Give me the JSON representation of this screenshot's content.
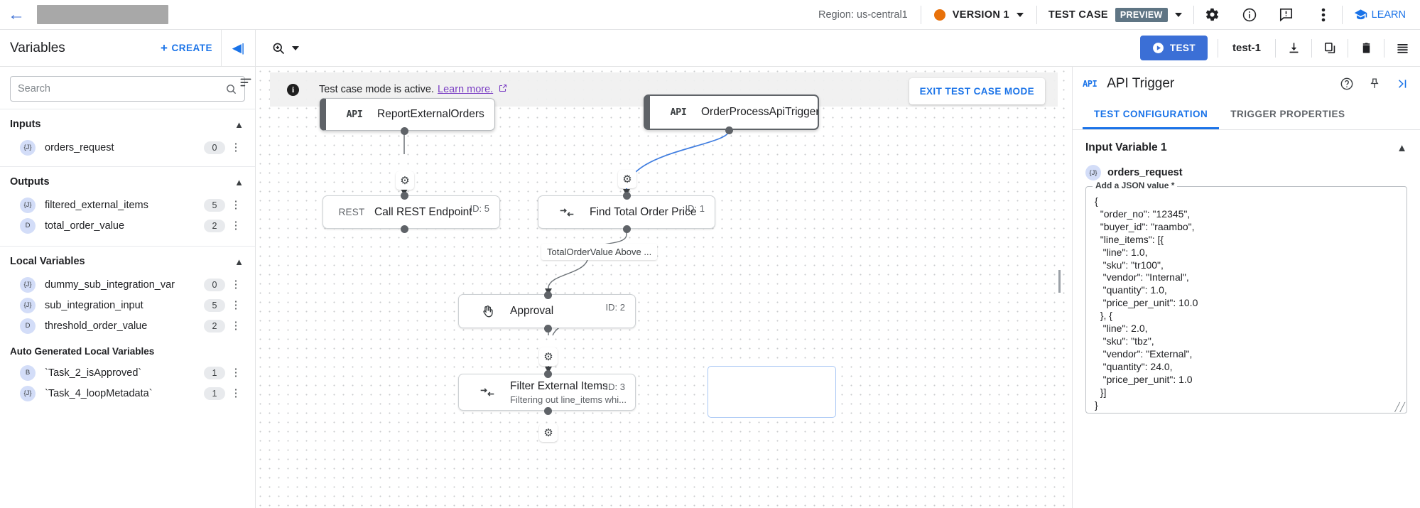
{
  "topbar": {
    "back_icon": "arrow-left-icon",
    "region": "Region: us-central1",
    "version_label": "VERSION 1",
    "version_dot_color": "#e8710a",
    "testcase_label": "TEST CASE",
    "preview_badge": "PREVIEW",
    "icons": [
      "gear-icon",
      "info-icon",
      "feedback-icon",
      "more-vert-icon"
    ],
    "learn_label": "LEARN"
  },
  "secondbar": {
    "variables_title": "Variables",
    "create_label": "CREATE",
    "collapse_icon": "collapse-left-icon",
    "zoom_icon": "zoom-in-icon",
    "test_label": "TEST",
    "test_name": "test-1",
    "icons": [
      "download-icon",
      "copy-icon",
      "delete-icon",
      "list-icon"
    ]
  },
  "sidebar": {
    "search_placeholder": "Search",
    "search_value": "",
    "groups": [
      {
        "title": "Inputs",
        "items": [
          {
            "type": "{J}",
            "name": "orders_request",
            "count": "0"
          }
        ]
      },
      {
        "title": "Outputs",
        "items": [
          {
            "type": "{J}",
            "name": "filtered_external_items",
            "count": "5"
          },
          {
            "type": "D",
            "name": "total_order_value",
            "count": "2"
          }
        ]
      },
      {
        "title": "Local Variables",
        "items": [
          {
            "type": "{J}",
            "name": "dummy_sub_integration_var",
            "count": "0"
          },
          {
            "type": "{J}",
            "name": "sub_integration_input",
            "count": "5"
          },
          {
            "type": "D",
            "name": "threshold_order_value",
            "count": "2"
          }
        ],
        "subsection": {
          "title": "Auto Generated Local Variables",
          "items": [
            {
              "type": "B",
              "name": "`Task_2_isApproved`",
              "count": "1"
            },
            {
              "type": "{J}",
              "name": "`Task_4_loopMetadata`",
              "count": "1"
            }
          ]
        }
      }
    ]
  },
  "canvas": {
    "banner_text": "Test case mode is active.",
    "banner_link": "Learn more.",
    "exit_label": "EXIT TEST CASE MODE",
    "edge_label": "TotalOrderValue Above ...",
    "nodes": [
      {
        "tag": "API",
        "title": "ReportExternalOrders",
        "sub": "",
        "id": ""
      },
      {
        "tag": "API",
        "title": "OrderProcessApiTrigger",
        "sub": "",
        "id": ""
      },
      {
        "tag": "REST",
        "title": "Call REST Endpoint",
        "sub": "",
        "id": "ID: 5"
      },
      {
        "tag": "map-icon",
        "title": "Find Total Order Price",
        "sub": "",
        "id": "ID: 1"
      },
      {
        "tag": "hand-icon",
        "title": "Approval",
        "sub": "",
        "id": "ID: 2"
      },
      {
        "tag": "map-icon",
        "title": "Filter External Items",
        "sub": "Filtering out line_items whi...",
        "id": "ID: 3"
      }
    ]
  },
  "rightpanel": {
    "api_tag": "API",
    "title": "API Trigger",
    "icons": [
      "help-icon",
      "pin-icon",
      "collapse-right-icon"
    ],
    "tabs": [
      {
        "label": "TEST CONFIGURATION",
        "active": true
      },
      {
        "label": "TRIGGER PROPERTIES",
        "active": false
      }
    ],
    "section_title": "Input Variable 1",
    "variable_type": "{J}",
    "variable_name": "orders_request",
    "json_legend": "Add a JSON value *",
    "json_value": "{\n  \"order_no\": \"12345\",\n  \"buyer_id\": \"raambo\",\n  \"line_items\": [{\n   \"line\": 1.0,\n   \"sku\": \"tr100\",\n   \"vendor\": \"Internal\",\n   \"quantity\": 1.0,\n   \"price_per_unit\": 10.0\n  }, {\n   \"line\": 2.0,\n   \"sku\": \"tbz\",\n   \"vendor\": \"External\",\n   \"quantity\": 24.0,\n   \"price_per_unit\": 1.0\n  }]\n}"
  },
  "colors": {
    "accent_blue": "#1a73e8",
    "button_blue": "#3b6fd6",
    "version_orange": "#e8710a",
    "link_purple": "#7b3fc4",
    "preview_gray": "#5f7584"
  }
}
